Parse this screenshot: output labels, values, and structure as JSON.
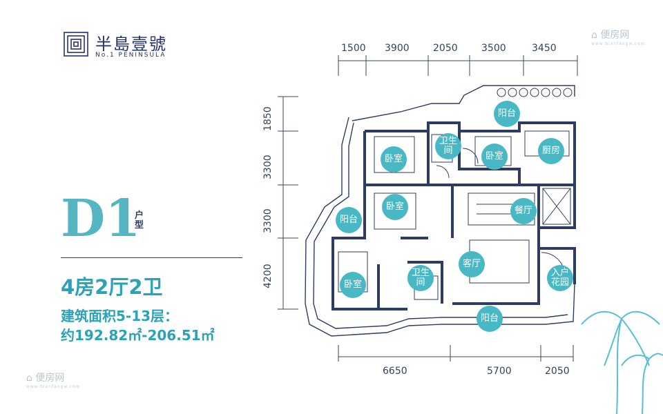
{
  "brand": {
    "name_cn": "半島壹號",
    "name_en": "No.1 PENINSULA"
  },
  "watermark": {
    "logo_text": "便房网",
    "tagline": "www.bianfangw.com"
  },
  "unit": {
    "code": "D1",
    "unit_word": "户型",
    "layout": "4房2厅2卫",
    "area_line1": "建筑面积5-13层：",
    "area_line2": "约192.82㎡-206.51㎡"
  },
  "dimensions": {
    "top": [
      "1500",
      "3900",
      "2050",
      "3500",
      "3450"
    ],
    "left": [
      "1850",
      "3300",
      "3300",
      "4200"
    ],
    "bottom": [
      "6650",
      "5700",
      "2050"
    ]
  },
  "rooms": {
    "balcony_top": "阳台",
    "bedroom_top_left": "卧室",
    "bathroom_top": "卫生间",
    "bedroom_top_mid": "卧室",
    "kitchen": "厨房",
    "balcony_left": "阳台",
    "bedroom_mid_left": "卧室",
    "dining": "餐厅",
    "living": "客厅",
    "entry_garden": "入户花园",
    "bedroom_bottom_left": "卧室",
    "bathroom_bottom": "卫生间",
    "balcony_bottom": "阳台"
  },
  "colors": {
    "brand_navy": "#24306d",
    "accent_teal": "#2aa3b7",
    "label_bubble": "#48b8c4",
    "wall": "#2e3b63"
  }
}
